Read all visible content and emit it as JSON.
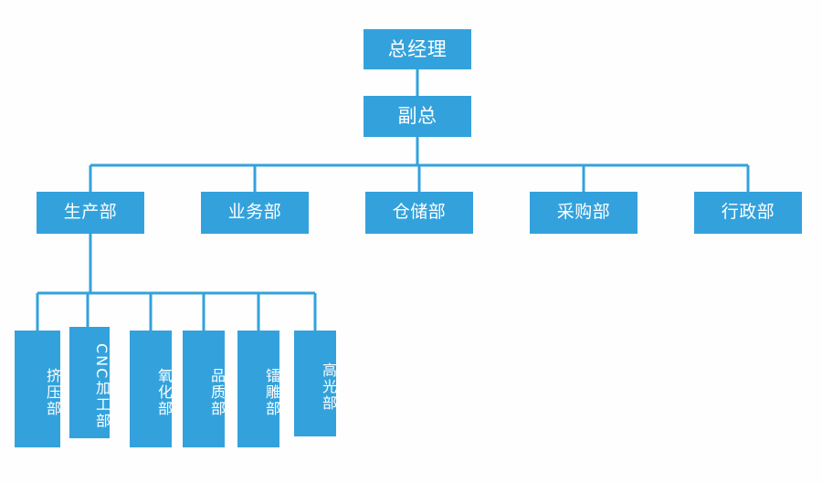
{
  "diagram": {
    "title": "Organization Chart",
    "accent_color": "#33a2dc",
    "background_color": "#fefefe",
    "text_color": "#ffffff",
    "line_color": "#33a2dc",
    "orientation": "top-down"
  },
  "nodes": {
    "general_manager": {
      "label": "总经理",
      "level": 1
    },
    "deputy_general_manager": {
      "label": "副总",
      "level": 2
    },
    "production": {
      "label": "生产部",
      "level": 3
    },
    "business": {
      "label": "业务部",
      "level": 3
    },
    "warehouse": {
      "label": "仓储部",
      "level": 3
    },
    "purchasing": {
      "label": "采购部",
      "level": 3
    },
    "administration": {
      "label": "行政部",
      "level": 3
    },
    "extrusion": {
      "label": "挤压部",
      "level": 4
    },
    "cnc_machining": {
      "label": "CNC加工部",
      "level": 4
    },
    "anodizing": {
      "label": "氧化部",
      "level": 4
    },
    "quality": {
      "label": "品质部",
      "level": 4
    },
    "laser_engraving": {
      "label": "镭雕部",
      "level": 4
    },
    "high_gloss": {
      "label": "高光部",
      "level": 4
    }
  },
  "chart_data": {
    "type": "org-chart",
    "title": "组织架构图",
    "levels": 4,
    "tree": {
      "label": "总经理",
      "children": [
        {
          "label": "副总",
          "children": [
            {
              "label": "生产部",
              "children": [
                {
                  "label": "挤压部",
                  "children": []
                },
                {
                  "label": "CNC加工部",
                  "children": []
                },
                {
                  "label": "氧化部",
                  "children": []
                },
                {
                  "label": "品质部",
                  "children": []
                },
                {
                  "label": "镭雕部",
                  "children": []
                },
                {
                  "label": "高光部",
                  "children": []
                }
              ]
            },
            {
              "label": "业务部",
              "children": []
            },
            {
              "label": "仓储部",
              "children": []
            },
            {
              "label": "采购部",
              "children": []
            },
            {
              "label": "行政部",
              "children": []
            }
          ]
        }
      ]
    }
  }
}
